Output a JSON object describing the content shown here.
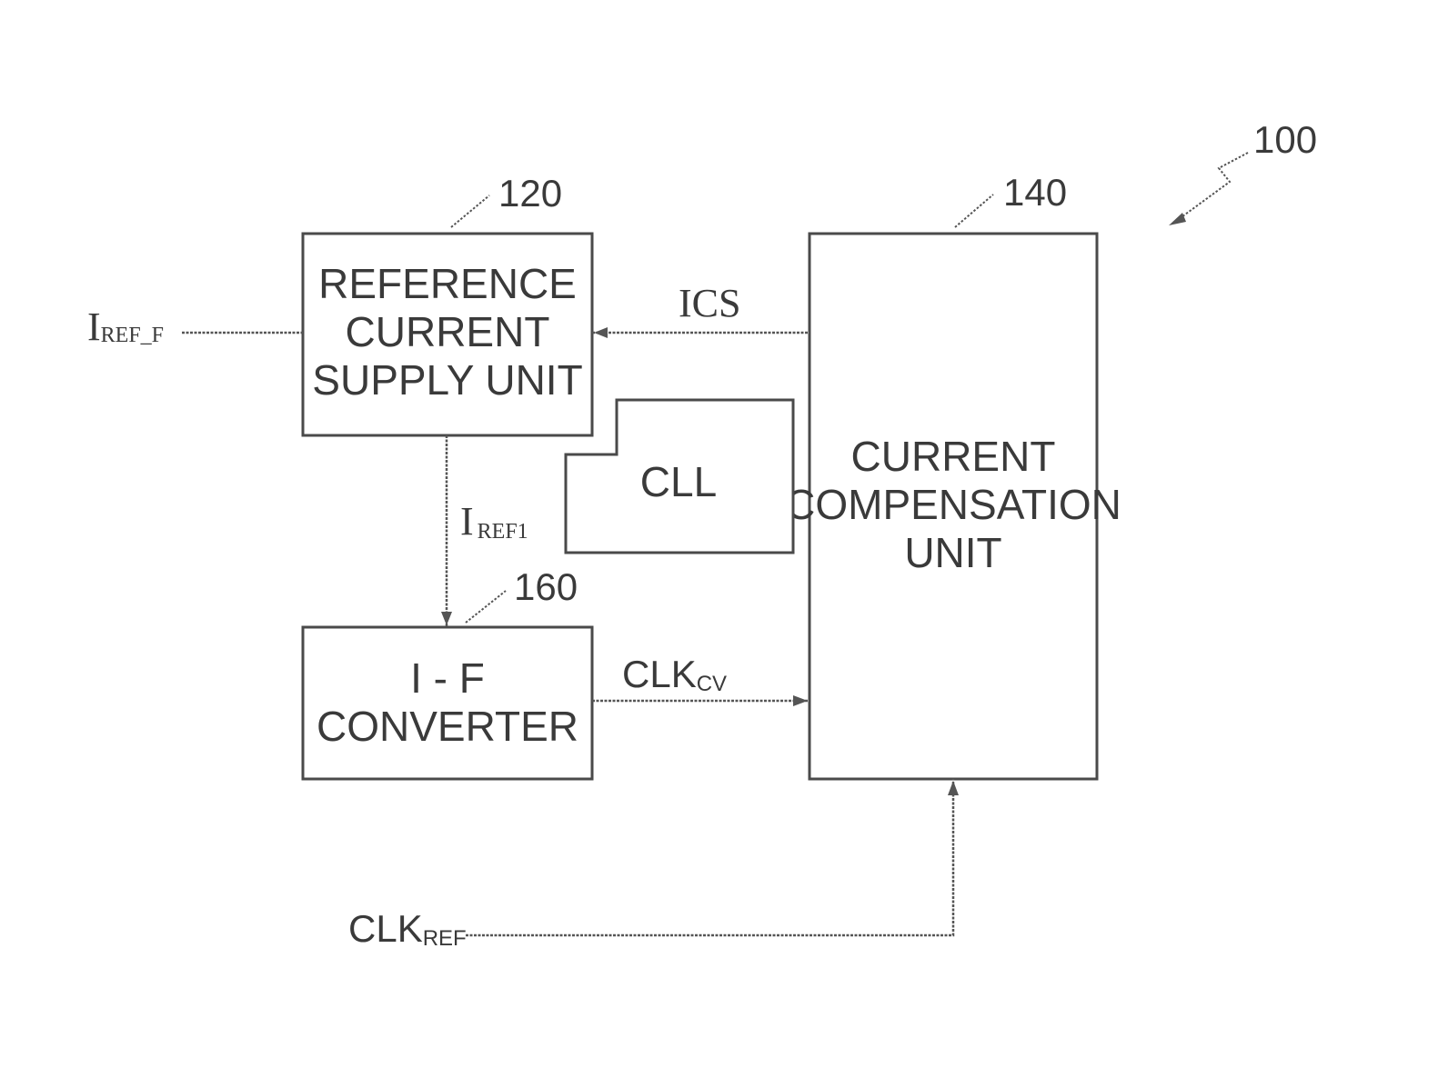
{
  "reference_numeral": "100",
  "blocks": {
    "reference_current_supply_unit": {
      "ref": "120",
      "lines": [
        "REFERENCE",
        "CURRENT",
        "SUPPLY UNIT"
      ]
    },
    "current_compensation_unit": {
      "ref": "140",
      "lines": [
        "CURRENT",
        "COMPENSATION",
        "UNIT"
      ]
    },
    "i_f_converter": {
      "ref": "160",
      "lines": [
        "I - F",
        "CONVERTER"
      ]
    },
    "cll": {
      "label": "CLL"
    }
  },
  "signals": {
    "iref_f": {
      "main": "I",
      "sub": "REF_F"
    },
    "ics": {
      "main": "ICS"
    },
    "iref1": {
      "main": "I",
      "sub": "REF1"
    },
    "clk_cv": {
      "main": "CLK",
      "sub": "CV"
    },
    "clk_ref": {
      "main": "CLK",
      "sub": "REF"
    }
  }
}
